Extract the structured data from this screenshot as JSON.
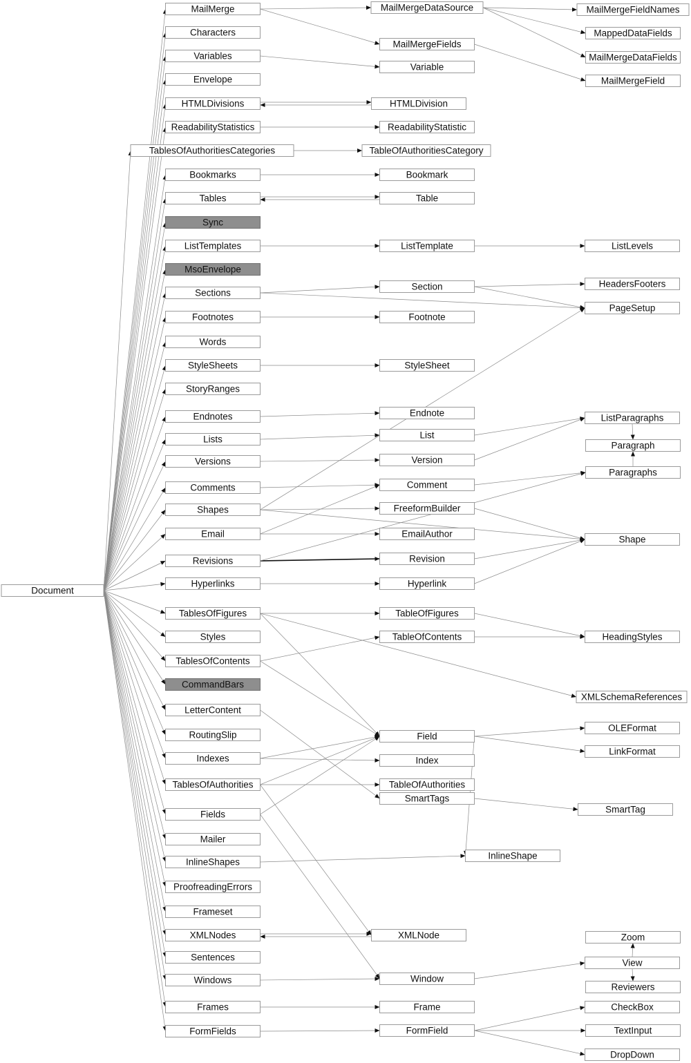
{
  "nodes": [
    {
      "id": "Document",
      "label": "Document"
    },
    {
      "id": "MailMerge",
      "label": "MailMerge"
    },
    {
      "id": "Characters",
      "label": "Characters"
    },
    {
      "id": "Variables",
      "label": "Variables"
    },
    {
      "id": "Envelope",
      "label": "Envelope"
    },
    {
      "id": "HTMLDivisions",
      "label": "HTMLDivisions"
    },
    {
      "id": "ReadabilityStatistics",
      "label": "ReadabilityStatistics"
    },
    {
      "id": "TablesOfAuthoritiesCategories",
      "label": "TablesOfAuthoritiesCategories"
    },
    {
      "id": "Bookmarks",
      "label": "Bookmarks"
    },
    {
      "id": "Tables",
      "label": "Tables"
    },
    {
      "id": "Sync",
      "label": "Sync",
      "shaded": true
    },
    {
      "id": "ListTemplates",
      "label": "ListTemplates"
    },
    {
      "id": "MsoEnvelope",
      "label": "MsoEnvelope",
      "shaded": true
    },
    {
      "id": "Sections",
      "label": "Sections"
    },
    {
      "id": "Footnotes",
      "label": "Footnotes"
    },
    {
      "id": "Words",
      "label": "Words"
    },
    {
      "id": "StyleSheets",
      "label": "StyleSheets"
    },
    {
      "id": "StoryRanges",
      "label": "StoryRanges"
    },
    {
      "id": "Endnotes",
      "label": "Endnotes"
    },
    {
      "id": "Lists",
      "label": "Lists"
    },
    {
      "id": "Versions",
      "label": "Versions"
    },
    {
      "id": "Comments",
      "label": "Comments"
    },
    {
      "id": "Shapes",
      "label": "Shapes"
    },
    {
      "id": "Email",
      "label": "Email"
    },
    {
      "id": "Revisions",
      "label": "Revisions"
    },
    {
      "id": "Hyperlinks",
      "label": "Hyperlinks"
    },
    {
      "id": "TablesOfFigures",
      "label": "TablesOfFigures"
    },
    {
      "id": "Styles",
      "label": "Styles"
    },
    {
      "id": "TablesOfContents",
      "label": "TablesOfContents"
    },
    {
      "id": "CommandBars",
      "label": "CommandBars",
      "shaded": true
    },
    {
      "id": "LetterContent",
      "label": "LetterContent"
    },
    {
      "id": "RoutingSlip",
      "label": "RoutingSlip"
    },
    {
      "id": "Indexes",
      "label": "Indexes"
    },
    {
      "id": "TablesOfAuthorities",
      "label": "TablesOfAuthorities"
    },
    {
      "id": "Fields",
      "label": "Fields"
    },
    {
      "id": "Mailer",
      "label": "Mailer"
    },
    {
      "id": "InlineShapes",
      "label": "InlineShapes"
    },
    {
      "id": "ProofreadingErrors",
      "label": "ProofreadingErrors"
    },
    {
      "id": "Frameset",
      "label": "Frameset"
    },
    {
      "id": "XMLNodes",
      "label": "XMLNodes"
    },
    {
      "id": "Sentences",
      "label": "Sentences"
    },
    {
      "id": "Windows",
      "label": "Windows"
    },
    {
      "id": "Frames",
      "label": "Frames"
    },
    {
      "id": "FormFields",
      "label": "FormFields"
    },
    {
      "id": "MailMergeDataSource",
      "label": "MailMergeDataSource"
    },
    {
      "id": "MailMergeFields",
      "label": "MailMergeFields"
    },
    {
      "id": "Variable",
      "label": "Variable"
    },
    {
      "id": "HTMLDivision",
      "label": "HTMLDivision"
    },
    {
      "id": "ReadabilityStatistic",
      "label": "ReadabilityStatistic"
    },
    {
      "id": "TableOfAuthoritiesCategory",
      "label": "TableOfAuthoritiesCategory"
    },
    {
      "id": "Bookmark",
      "label": "Bookmark"
    },
    {
      "id": "Table",
      "label": "Table"
    },
    {
      "id": "ListTemplate",
      "label": "ListTemplate"
    },
    {
      "id": "Section",
      "label": "Section"
    },
    {
      "id": "Footnote",
      "label": "Footnote"
    },
    {
      "id": "StyleSheet",
      "label": "StyleSheet"
    },
    {
      "id": "Endnote",
      "label": "Endnote"
    },
    {
      "id": "List",
      "label": "List"
    },
    {
      "id": "Version",
      "label": "Version"
    },
    {
      "id": "Comment",
      "label": "Comment"
    },
    {
      "id": "FreeformBuilder",
      "label": "FreeformBuilder"
    },
    {
      "id": "EmailAuthor",
      "label": "EmailAuthor"
    },
    {
      "id": "Revision",
      "label": "Revision"
    },
    {
      "id": "Hyperlink",
      "label": "Hyperlink"
    },
    {
      "id": "TableOfFigures",
      "label": "TableOfFigures"
    },
    {
      "id": "TableOfContents",
      "label": "TableOfContents"
    },
    {
      "id": "Field",
      "label": "Field"
    },
    {
      "id": "Index",
      "label": "Index"
    },
    {
      "id": "TableOfAuthorities",
      "label": "TableOfAuthorities"
    },
    {
      "id": "SmartTags",
      "label": "SmartTags"
    },
    {
      "id": "InlineShape",
      "label": "InlineShape"
    },
    {
      "id": "XMLNode",
      "label": "XMLNode"
    },
    {
      "id": "Window",
      "label": "Window"
    },
    {
      "id": "Frame",
      "label": "Frame"
    },
    {
      "id": "FormField",
      "label": "FormField"
    },
    {
      "id": "MailMergeFieldNames",
      "label": "MailMergeFieldNames"
    },
    {
      "id": "MappedDataFields",
      "label": "MappedDataFields"
    },
    {
      "id": "MailMergeDataFields",
      "label": "MailMergeDataFields"
    },
    {
      "id": "MailMergeField",
      "label": "MailMergeField"
    },
    {
      "id": "ListLevels",
      "label": "ListLevels"
    },
    {
      "id": "HeadersFooters",
      "label": "HeadersFooters"
    },
    {
      "id": "PageSetup",
      "label": "PageSetup"
    },
    {
      "id": "ListParagraphs",
      "label": "ListParagraphs"
    },
    {
      "id": "Paragraph",
      "label": "Paragraph"
    },
    {
      "id": "Paragraphs",
      "label": "Paragraphs"
    },
    {
      "id": "Shape",
      "label": "Shape"
    },
    {
      "id": "HeadingStyles",
      "label": "HeadingStyles"
    },
    {
      "id": "XMLSchemaReferences",
      "label": "XMLSchemaReferences"
    },
    {
      "id": "OLEFormat",
      "label": "OLEFormat"
    },
    {
      "id": "LinkFormat",
      "label": "LinkFormat"
    },
    {
      "id": "SmartTag",
      "label": "SmartTag"
    },
    {
      "id": "Zoom",
      "label": "Zoom"
    },
    {
      "id": "View",
      "label": "View"
    },
    {
      "id": "Reviewers",
      "label": "Reviewers"
    },
    {
      "id": "CheckBox",
      "label": "CheckBox"
    },
    {
      "id": "TextInput",
      "label": "TextInput"
    },
    {
      "id": "DropDown",
      "label": "DropDown"
    }
  ],
  "edges": [
    [
      "Document",
      "MailMerge"
    ],
    [
      "Document",
      "Characters"
    ],
    [
      "Document",
      "Variables"
    ],
    [
      "Document",
      "Envelope"
    ],
    [
      "Document",
      "HTMLDivisions"
    ],
    [
      "Document",
      "ReadabilityStatistics"
    ],
    [
      "Document",
      "TablesOfAuthoritiesCategories"
    ],
    [
      "Document",
      "Bookmarks"
    ],
    [
      "Document",
      "Tables"
    ],
    [
      "Document",
      "Sync"
    ],
    [
      "Document",
      "ListTemplates"
    ],
    [
      "Document",
      "MsoEnvelope"
    ],
    [
      "Document",
      "Sections"
    ],
    [
      "Document",
      "Footnotes"
    ],
    [
      "Document",
      "Words"
    ],
    [
      "Document",
      "StyleSheets"
    ],
    [
      "Document",
      "StoryRanges"
    ],
    [
      "Document",
      "Endnotes"
    ],
    [
      "Document",
      "Lists"
    ],
    [
      "Document",
      "Versions"
    ],
    [
      "Document",
      "Comments"
    ],
    [
      "Document",
      "Shapes"
    ],
    [
      "Document",
      "Email"
    ],
    [
      "Document",
      "Revisions"
    ],
    [
      "Document",
      "Hyperlinks"
    ],
    [
      "Document",
      "TablesOfFigures"
    ],
    [
      "Document",
      "Styles"
    ],
    [
      "Document",
      "TablesOfContents"
    ],
    [
      "Document",
      "CommandBars"
    ],
    [
      "Document",
      "LetterContent"
    ],
    [
      "Document",
      "RoutingSlip"
    ],
    [
      "Document",
      "Indexes"
    ],
    [
      "Document",
      "TablesOfAuthorities"
    ],
    [
      "Document",
      "Fields"
    ],
    [
      "Document",
      "Mailer"
    ],
    [
      "Document",
      "InlineShapes"
    ],
    [
      "Document",
      "ProofreadingErrors"
    ],
    [
      "Document",
      "Frameset"
    ],
    [
      "Document",
      "XMLNodes"
    ],
    [
      "Document",
      "Sentences"
    ],
    [
      "Document",
      "Windows"
    ],
    [
      "Document",
      "Frames"
    ],
    [
      "Document",
      "FormFields"
    ],
    [
      "MailMerge",
      "MailMergeDataSource"
    ],
    [
      "MailMerge",
      "MailMergeFields"
    ],
    [
      "MailMergeDataSource",
      "MailMergeFieldNames"
    ],
    [
      "MailMergeDataSource",
      "MappedDataFields"
    ],
    [
      "MailMergeDataSource",
      "MailMergeDataFields"
    ],
    [
      "MailMergeFields",
      "MailMergeField"
    ],
    [
      "Variables",
      "Variable"
    ],
    [
      "HTMLDivisions",
      "HTMLDivision"
    ],
    [
      "HTMLDivision",
      "HTMLDivisions"
    ],
    [
      "ReadabilityStatistics",
      "ReadabilityStatistic"
    ],
    [
      "TablesOfAuthoritiesCategories",
      "TableOfAuthoritiesCategory"
    ],
    [
      "Bookmarks",
      "Bookmark"
    ],
    [
      "Tables",
      "Table"
    ],
    [
      "Table",
      "Tables"
    ],
    [
      "ListTemplates",
      "ListTemplate"
    ],
    [
      "ListTemplate",
      "ListLevels"
    ],
    [
      "Sections",
      "Section"
    ],
    [
      "Sections",
      "PageSetup"
    ],
    [
      "Section",
      "HeadersFooters"
    ],
    [
      "Section",
      "PageSetup"
    ],
    [
      "Footnotes",
      "Footnote"
    ],
    [
      "StyleSheets",
      "StyleSheet"
    ],
    [
      "Endnotes",
      "Endnote"
    ],
    [
      "Lists",
      "List"
    ],
    [
      "List",
      "ListParagraphs"
    ],
    [
      "ListParagraphs",
      "Paragraph"
    ],
    [
      "Paragraphs",
      "Paragraph"
    ],
    [
      "Versions",
      "Version"
    ],
    [
      "Version",
      "ListParagraphs"
    ],
    [
      "Comments",
      "Comment"
    ],
    [
      "Comment",
      "Paragraphs"
    ],
    [
      "Shapes",
      "FreeformBuilder"
    ],
    [
      "Shapes",
      "Shape"
    ],
    [
      "Shapes",
      "PageSetup"
    ],
    [
      "FreeformBuilder",
      "Shape"
    ],
    [
      "Email",
      "EmailAuthor"
    ],
    [
      "Email",
      "Comment"
    ],
    [
      "Revisions",
      "Revision",
      "bold"
    ],
    [
      "Revisions",
      "Paragraphs"
    ],
    [
      "Revision",
      "Shape"
    ],
    [
      "Hyperlinks",
      "Hyperlink"
    ],
    [
      "Hyperlink",
      "Shape"
    ],
    [
      "TablesOfFigures",
      "TableOfFigures"
    ],
    [
      "TablesOfFigures",
      "XMLSchemaReferences"
    ],
    [
      "TablesOfFigures",
      "Field"
    ],
    [
      "TableOfFigures",
      "HeadingStyles"
    ],
    [
      "TablesOfContents",
      "TableOfContents"
    ],
    [
      "TablesOfContents",
      "Field"
    ],
    [
      "TableOfContents",
      "HeadingStyles"
    ],
    [
      "LetterContent",
      "SmartTags"
    ],
    [
      "Indexes",
      "Index"
    ],
    [
      "Indexes",
      "Field"
    ],
    [
      "TablesOfAuthorities",
      "TableOfAuthorities"
    ],
    [
      "TablesOfAuthorities",
      "Field"
    ],
    [
      "TablesOfAuthorities",
      "XMLNode"
    ],
    [
      "Fields",
      "Field"
    ],
    [
      "Fields",
      "Window"
    ],
    [
      "Field",
      "OLEFormat"
    ],
    [
      "Field",
      "LinkFormat"
    ],
    [
      "Field",
      "InlineShape"
    ],
    [
      "SmartTags",
      "SmartTag"
    ],
    [
      "InlineShapes",
      "InlineShape"
    ],
    [
      "XMLNodes",
      "XMLNode"
    ],
    [
      "XMLNode",
      "XMLNodes"
    ],
    [
      "Windows",
      "Window"
    ],
    [
      "Window",
      "View"
    ],
    [
      "View",
      "Zoom"
    ],
    [
      "View",
      "Reviewers"
    ],
    [
      "Frames",
      "Frame"
    ],
    [
      "FormFields",
      "FormField"
    ],
    [
      "FormField",
      "CheckBox"
    ],
    [
      "FormField",
      "TextInput"
    ],
    [
      "FormField",
      "DropDown"
    ]
  ]
}
